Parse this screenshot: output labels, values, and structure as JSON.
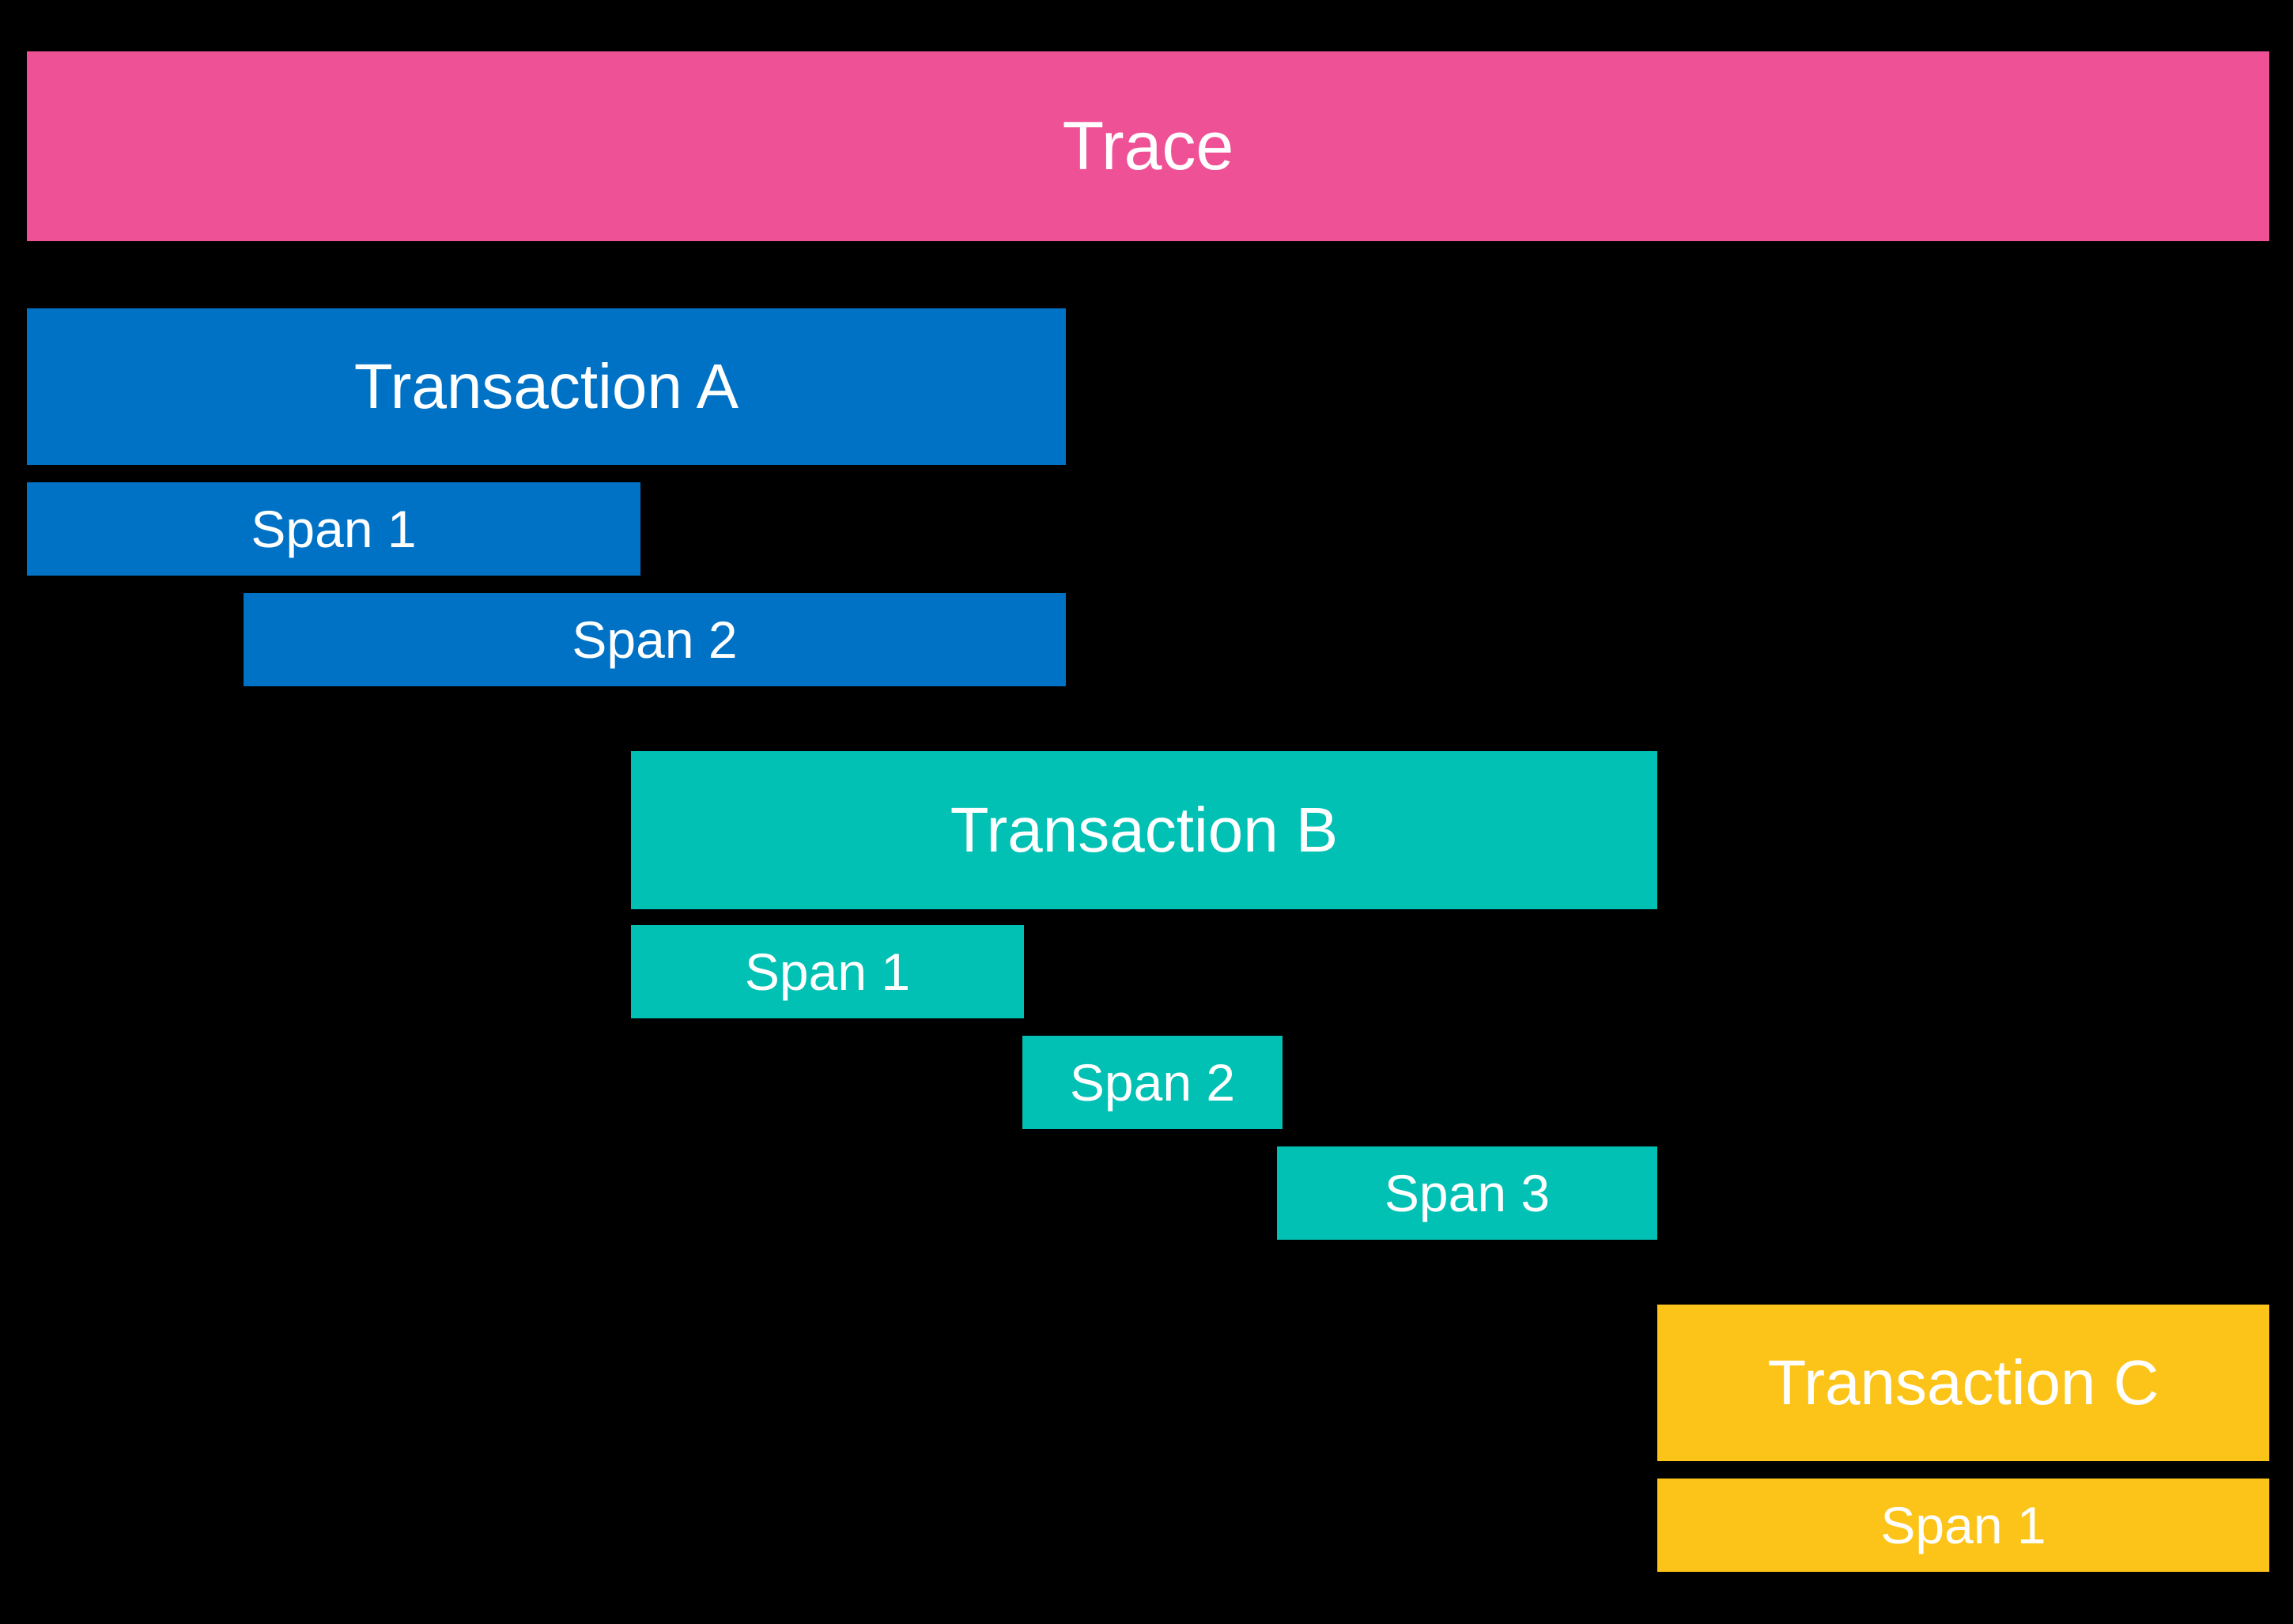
{
  "diagram": {
    "title": "Trace",
    "background_color": "#000000",
    "text_color": "#ffffff",
    "colors": {
      "trace": "#EF5197",
      "transaction_a": "#0072C6",
      "transaction_b": "#00C1B4",
      "transaction_c": "#FCC419"
    },
    "trace": {
      "label": "Trace"
    },
    "transactions": [
      {
        "label": "Transaction A",
        "color": "#0072C6",
        "spans": [
          {
            "label": "Span 1"
          },
          {
            "label": "Span 2"
          }
        ]
      },
      {
        "label": "Transaction B",
        "color": "#00C1B4",
        "spans": [
          {
            "label": "Span 1"
          },
          {
            "label": "Span 2"
          },
          {
            "label": "Span 3"
          }
        ]
      },
      {
        "label": "Transaction C",
        "color": "#FCC419",
        "spans": [
          {
            "label": "Span 1"
          }
        ]
      }
    ]
  }
}
